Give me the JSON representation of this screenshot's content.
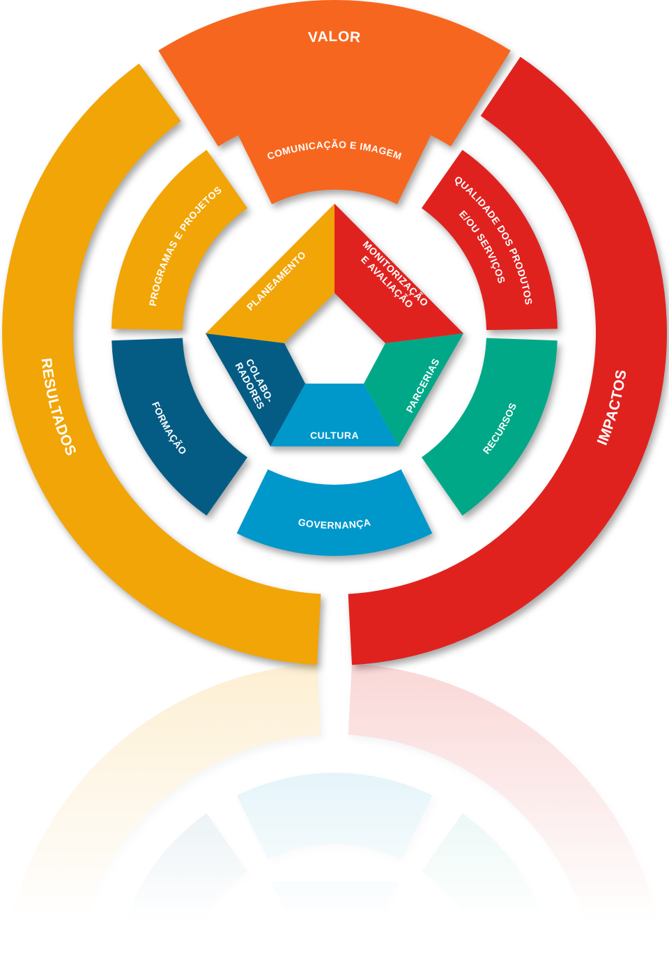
{
  "outer_ring": {
    "valor": "VALOR",
    "resultados": "RESULTADOS",
    "impactos": "IMPACTOS"
  },
  "middle_ring": {
    "comunicacao": "COMUNICAÇÃO E IMAGEM",
    "qualidade_line1": "QUALIDADE DOS PRODUTOS",
    "qualidade_line2": "E/OU SERVIÇOS",
    "recursos": "RECURSOS",
    "governanca": "GOVERNANÇA",
    "formacao": "FORMAÇÃO",
    "programas": "PROGRAMAS E PROJETOS"
  },
  "pentagon": {
    "planeamento": "PLANEAMENTO",
    "monitorizacao_line1": "MONITORIZAÇÃO",
    "monitorizacao_line2": "E AVALIAÇÃO",
    "parcerias": "PARCERIAS",
    "cultura": "CULTURA",
    "colaboradores_line1": "COLABO-",
    "colaboradores_line2": "RADORES"
  },
  "colors": {
    "orange": "#F7661E",
    "amber": "#F2A507",
    "red": "#E0221F",
    "dark_blue": "#045C85",
    "light_blue": "#0098CB",
    "green": "#00A888"
  }
}
